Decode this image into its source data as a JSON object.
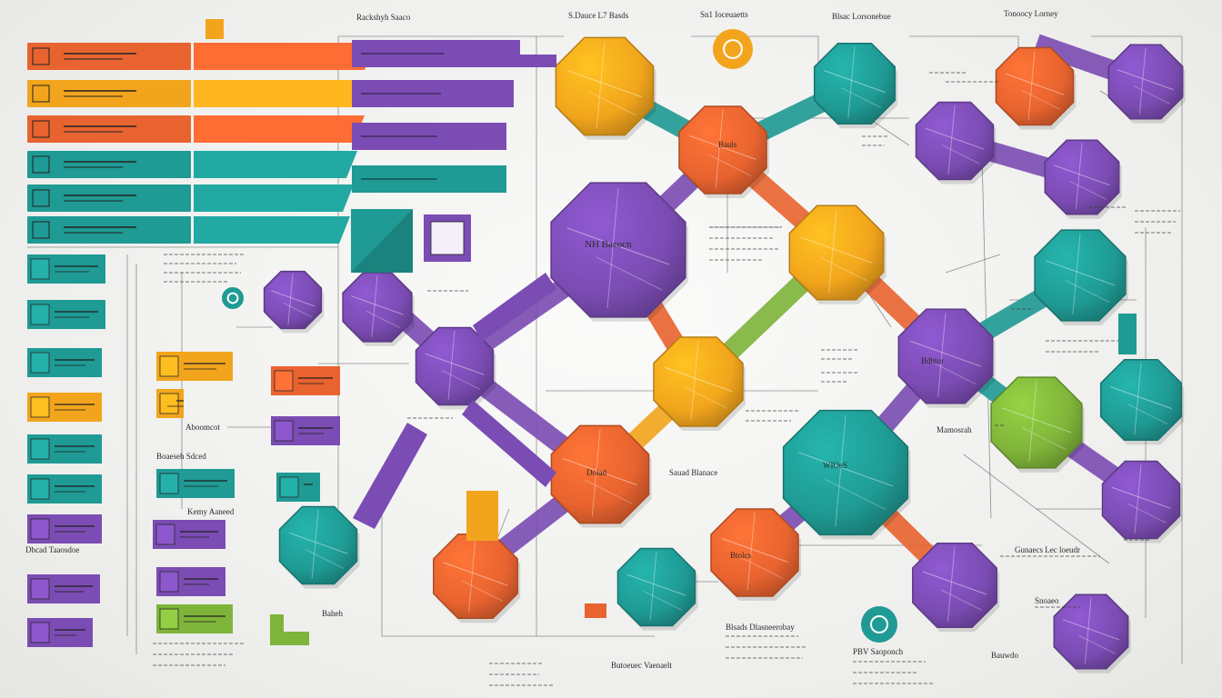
{
  "diagram": {
    "title_labels": [
      "Rackshyh Saaco",
      "S.Dauce L7 Basds",
      "Sn1 Ioceuaetts",
      "Blsac Lorsonebue",
      "Tonoocy Lorney"
    ],
    "node_labels": [
      "NH Baeocn",
      "Bauls",
      "WIOeS",
      "Dolad",
      "Btolcs",
      "Bdhtor"
    ],
    "side_labels": [
      "Boaeseh Sdced",
      "Kemy Aaneed",
      "Aboomcot",
      "Baheh",
      "Sauad Blanace",
      "Mamosrah",
      "Gunaecs Lec loeudr",
      "Dbcad Taaosdoe",
      "Butoeuec Vaenaelt",
      "Blsads Dlasneerobay",
      "PBV Saoponch",
      "Snoaeo",
      "Bauwdo"
    ],
    "palette": {
      "purple": "#7b4cb3",
      "orange": "#e8632f",
      "amber": "#f2a51c",
      "teal": "#1f9a94",
      "green": "#7fb43a",
      "background": "#f1f1ef"
    }
  }
}
